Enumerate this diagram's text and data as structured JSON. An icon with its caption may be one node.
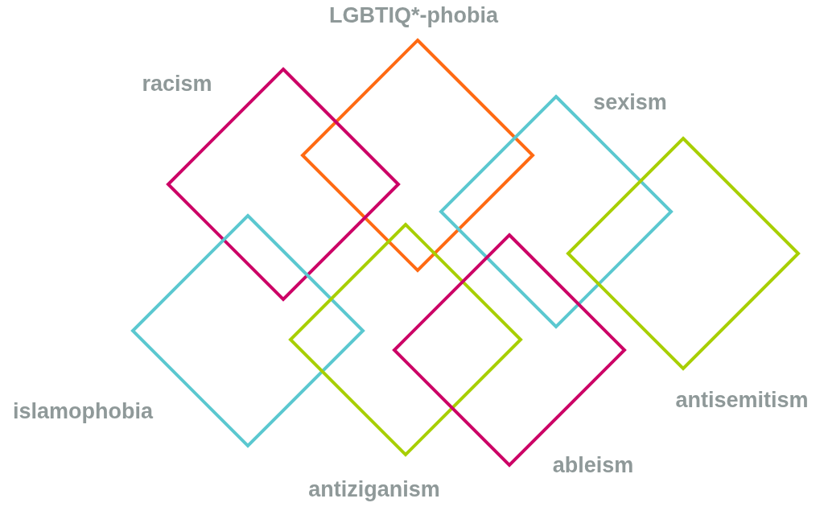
{
  "diagram": {
    "nodes": [
      {
        "text": [
          "LGBTIQ*-phobia"
        ]
      },
      {
        "text": [
          "racism"
        ]
      },
      {
        "text": [
          "sexism"
        ]
      },
      {
        "text": [
          "antisemitism"
        ]
      },
      {
        "text": [
          "islamophobia"
        ]
      },
      {
        "text": [
          "antiziganism"
        ]
      },
      {
        "text": [
          "ableism"
        ]
      }
    ]
  }
}
